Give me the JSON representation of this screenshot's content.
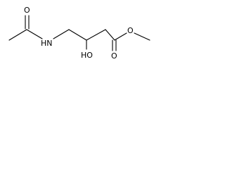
{
  "molecule": {
    "labels": {
      "carbonyl_oxygen_acetyl": "O",
      "amide_nitrogen": "HN",
      "hydroxyl": "HO",
      "carbonyl_oxygen_ester": "O",
      "ester_oxygen": "O"
    }
  }
}
